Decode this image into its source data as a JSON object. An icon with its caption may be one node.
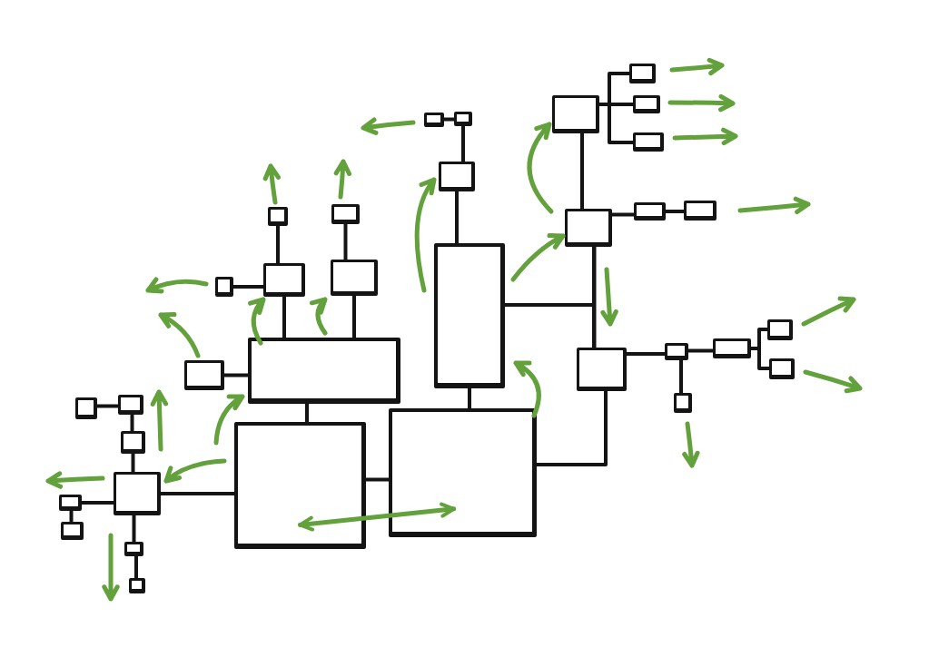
{
  "diagram": {
    "nodes": [
      {
        "text": [],
        "shape": "box"
      },
      {
        "text": [],
        "shape": "box"
      },
      {
        "text": [],
        "shape": "box"
      },
      {
        "text": [],
        "shape": "box"
      },
      {
        "text": [],
        "shape": "box"
      },
      {
        "text": [],
        "shape": "box"
      },
      {
        "text": [],
        "shape": "box"
      },
      {
        "text": [],
        "shape": "box"
      },
      {
        "text": [],
        "shape": "box"
      },
      {
        "text": [],
        "shape": "box"
      },
      {
        "text": [],
        "shape": "box"
      },
      {
        "text": [],
        "shape": "box"
      },
      {
        "text": [],
        "shape": "box"
      },
      {
        "text": [],
        "shape": "box"
      },
      {
        "text": [],
        "shape": "box"
      },
      {
        "text": [],
        "shape": "box"
      },
      {
        "text": [],
        "shape": "box"
      },
      {
        "text": [],
        "shape": "box"
      },
      {
        "text": [],
        "shape": "box"
      },
      {
        "text": [],
        "shape": "box"
      },
      {
        "text": [],
        "shape": "box"
      },
      {
        "text": [],
        "shape": "box"
      },
      {
        "text": [],
        "shape": "box"
      },
      {
        "text": [],
        "shape": "box"
      },
      {
        "text": [],
        "shape": "box"
      },
      {
        "text": [],
        "shape": "box"
      },
      {
        "text": [],
        "shape": "box"
      },
      {
        "text": [],
        "shape": "box"
      },
      {
        "text": [],
        "shape": "box"
      },
      {
        "text": [],
        "shape": "box"
      },
      {
        "text": [],
        "shape": "box"
      },
      {
        "text": [],
        "shape": "box"
      },
      {
        "text": [],
        "shape": "box"
      },
      {
        "text": [],
        "shape": "box"
      }
    ],
    "edges": [
      {
        "from": 0,
        "to": 1,
        "arrow": "none"
      },
      {
        "from": 1,
        "to": 2,
        "arrow": "none"
      },
      {
        "from": 2,
        "to": 3,
        "arrow": "none"
      },
      {
        "from": 4,
        "to": 5,
        "arrow": "none"
      },
      {
        "from": 4,
        "to": 6,
        "arrow": "none"
      },
      {
        "from": 4,
        "to": 7,
        "arrow": "none"
      },
      {
        "from": 4,
        "to": 8,
        "arrow": "none"
      },
      {
        "from": 8,
        "to": 9,
        "arrow": "none"
      },
      {
        "from": 9,
        "to": 10,
        "arrow": "none"
      },
      {
        "from": 8,
        "to": 28,
        "arrow": "none"
      },
      {
        "from": 3,
        "to": 8,
        "arrow": "none"
      },
      {
        "from": 3,
        "to": 28,
        "arrow": "none"
      },
      {
        "from": 11,
        "to": 13,
        "arrow": "none"
      },
      {
        "from": 12,
        "to": 14,
        "arrow": "none"
      },
      {
        "from": 13,
        "to": 15,
        "arrow": "none"
      },
      {
        "from": 13,
        "to": 17,
        "arrow": "none"
      },
      {
        "from": 14,
        "to": 17,
        "arrow": "none"
      },
      {
        "from": 16,
        "to": 17,
        "arrow": "none"
      },
      {
        "from": 17,
        "to": 26,
        "arrow": "none"
      },
      {
        "from": 18,
        "to": 19,
        "arrow": "none"
      },
      {
        "from": 19,
        "to": 20,
        "arrow": "none"
      },
      {
        "from": 20,
        "to": 21,
        "arrow": "none"
      },
      {
        "from": 21,
        "to": 22,
        "arrow": "none"
      },
      {
        "from": 22,
        "to": 23,
        "arrow": "none"
      },
      {
        "from": 21,
        "to": 24,
        "arrow": "none"
      },
      {
        "from": 24,
        "to": 25,
        "arrow": "none"
      },
      {
        "from": 21,
        "to": 26,
        "arrow": "none"
      },
      {
        "from": 26,
        "to": 27,
        "arrow": "none"
      },
      {
        "from": 3,
        "to": 27,
        "arrow": "none"
      },
      {
        "from": 27,
        "to": 28,
        "arrow": "none"
      },
      {
        "from": 28,
        "to": 29,
        "arrow": "none"
      },
      {
        "from": 29,
        "to": 30,
        "arrow": "none"
      },
      {
        "from": 30,
        "to": 31,
        "arrow": "none"
      },
      {
        "from": 30,
        "to": 32,
        "arrow": "none"
      },
      {
        "from": 29,
        "to": 33,
        "arrow": "none"
      },
      {
        "from": 26,
        "to": 27,
        "arrow": "both",
        "color": "#62a13b"
      }
    ]
  }
}
